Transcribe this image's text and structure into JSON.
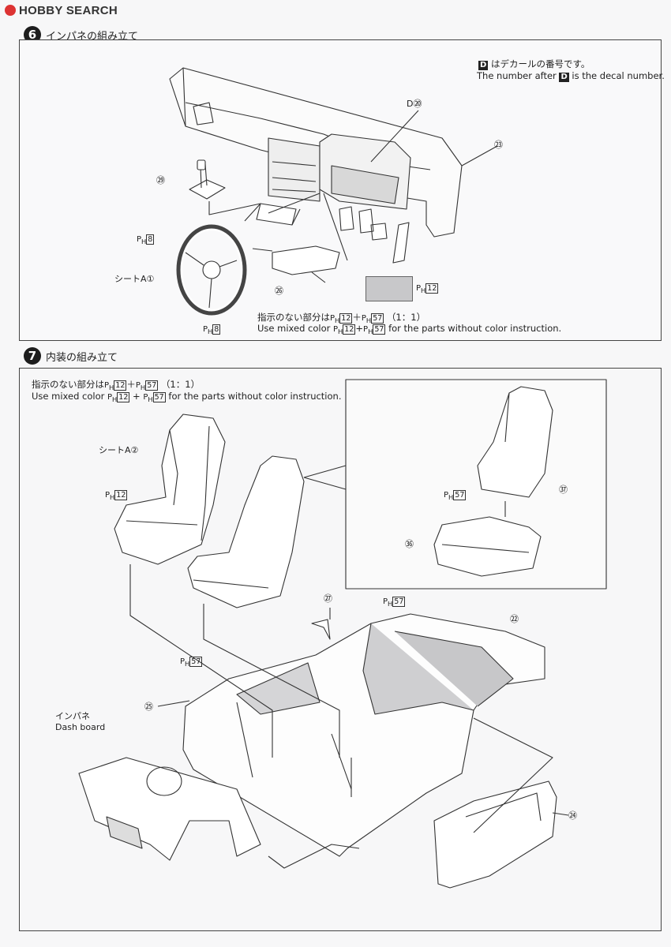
{
  "header": {
    "logo_text": "HOBBY SEARCH"
  },
  "step6": {
    "number": "6",
    "title": "インパネの組み立て",
    "decal_note_jp": "はデカールの番号です。",
    "decal_note_en": "The number after",
    "decal_note_en2": "is the decal number.",
    "decal_letter": "D",
    "labels": {
      "d20": "D⑳",
      "p23": "㉓",
      "p29": "㉙",
      "ph8_top": "8",
      "seat_a1": "シートA①",
      "p26": "㉖",
      "ph8_bottom": "8",
      "ph12_swatch": "12"
    },
    "mix_note_jp": "指示のない部分は",
    "mix_note_jp_ratio": "（1：1）",
    "mix_note_en_pre": "Use mixed color",
    "mix_note_en_post": "for the parts without color instruction.",
    "ph_a": "12",
    "ph_b": "57"
  },
  "step7": {
    "number": "7",
    "title": "内装の組み立て",
    "mix_note_jp": "指示のない部分は",
    "mix_note_jp_ratio": "（1：1）",
    "mix_note_en_pre": "Use mixed color",
    "mix_note_en_post": "for the parts without color instruction.",
    "ph_a": "12",
    "ph_b": "57",
    "labels": {
      "seat_a2": "シートA②",
      "ph12": "12",
      "ph57_inset": "57",
      "p37": "㊲",
      "p36": "㊱",
      "p27": "㉗",
      "ph57_floor": "57",
      "p22": "㉒",
      "ph57_door": "57",
      "p25": "㉕",
      "dash_jp": "インパネ",
      "dash_en": "Dash board",
      "p24": "㉔"
    }
  }
}
